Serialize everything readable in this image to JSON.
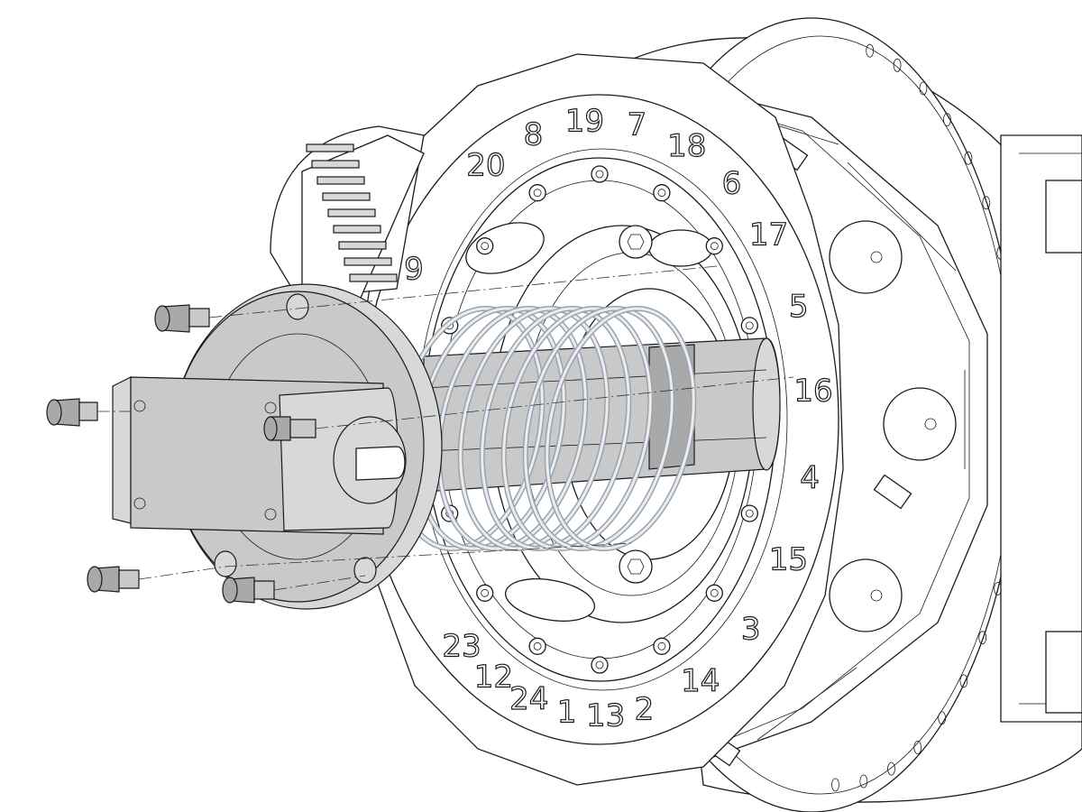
{
  "diagram": {
    "subject": "exploded-assembly-view",
    "colors": {
      "line": "#1a1a1a",
      "part_fill": "#ffffff",
      "shaded_part": "#c9c9c9",
      "spring": "#9aa3ac"
    },
    "ring_numbers": {
      "top_arc": [
        "20",
        "8",
        "19",
        "7",
        "18",
        "6",
        "17"
      ],
      "right_arc": [
        "5",
        "16",
        "4",
        "15",
        "3",
        "14"
      ],
      "bottom_arc": [
        "2",
        "13",
        "1",
        "24",
        "12",
        "23"
      ],
      "left_arc": [
        "9"
      ]
    }
  }
}
